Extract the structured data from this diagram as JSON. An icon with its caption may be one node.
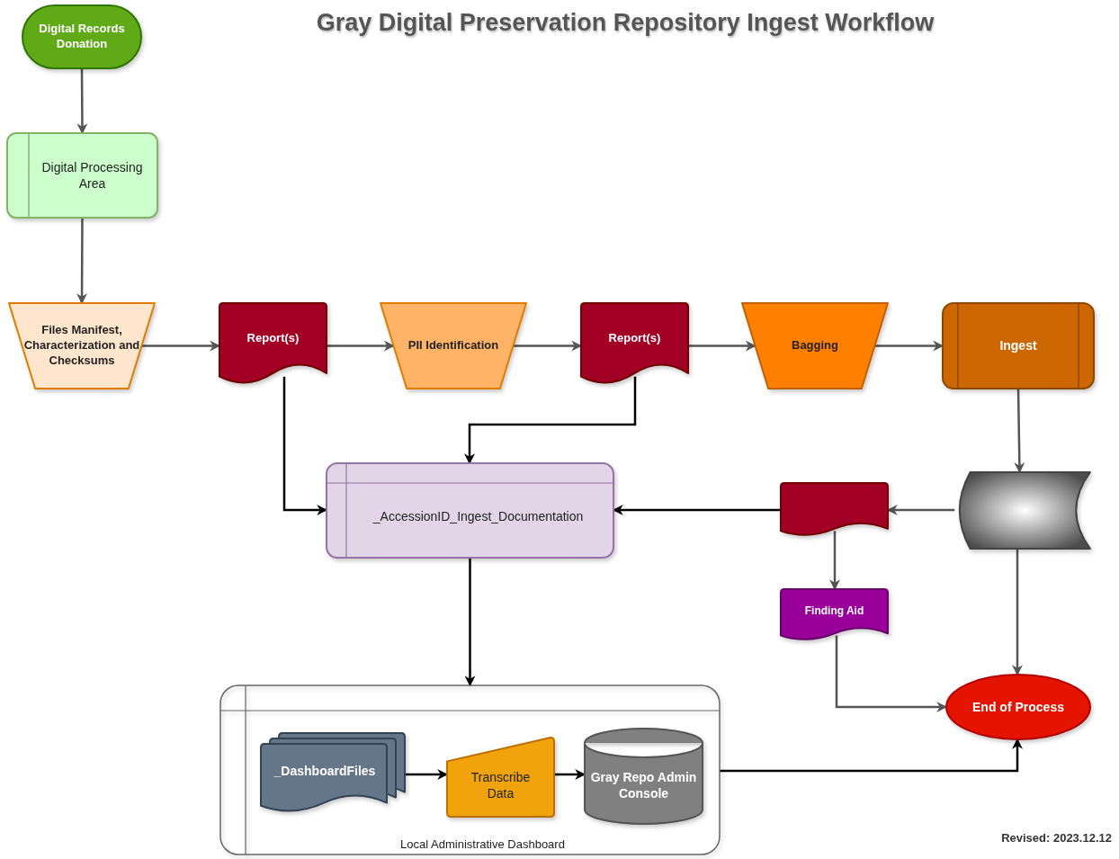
{
  "diagram": {
    "title": "Gray Digital Preservation Repository Ingest Workflow",
    "nodes": [
      {
        "text": [
          "Digital Records Donation"
        ]
      },
      {
        "text": [
          "Digital Processing Area"
        ]
      },
      {
        "text": [
          "Files Manifest, Characterization and Checksums"
        ]
      },
      {
        "text": [
          "Report(s)"
        ]
      },
      {
        "text": [
          "PII Identification"
        ]
      },
      {
        "text": [
          "Report(s)"
        ]
      },
      {
        "text": [
          "Bagging"
        ]
      },
      {
        "text": [
          "Ingest"
        ]
      },
      {
        "text": [],
        "shape": "storage"
      },
      {
        "text": [],
        "shape": "document"
      },
      {
        "text": [
          "_AccessionID_Ingest_Documentation"
        ]
      },
      {
        "text": [
          "Finding Aid"
        ]
      },
      {
        "text": [
          "End of Process"
        ]
      },
      {
        "text": [
          "Local Administrative Dashboard"
        ]
      },
      {
        "text": [
          "_DashboardFiles"
        ],
        "in": 13
      },
      {
        "text": [
          "Transcribe Data"
        ],
        "in": 13
      },
      {
        "text": [
          "Gray Repo Admin Console"
        ],
        "in": 13
      }
    ],
    "edges": [
      {
        "from": 0,
        "to": 1,
        "arrow": "to"
      },
      {
        "from": 1,
        "to": 2,
        "arrow": "to"
      },
      {
        "from": 2,
        "to": 3,
        "arrow": "to"
      },
      {
        "from": 3,
        "to": 4,
        "arrow": "to"
      },
      {
        "from": 4,
        "to": 5,
        "arrow": "to"
      },
      {
        "from": 5,
        "to": 6,
        "arrow": "to"
      },
      {
        "from": 6,
        "to": 7,
        "arrow": "to"
      },
      {
        "from": 7,
        "to": 8,
        "arrow": "to"
      },
      {
        "from": 8,
        "to": 9,
        "arrow": "to"
      },
      {
        "from": 9,
        "to": 10,
        "arrow": "to",
        "color": "#000000"
      },
      {
        "from": 3,
        "to": 10,
        "arrow": "to",
        "color": "#000000"
      },
      {
        "from": 5,
        "to": 10,
        "arrow": "to",
        "color": "#000000"
      },
      {
        "from": 10,
        "to": 13,
        "arrow": "to",
        "color": "#000000"
      },
      {
        "from": 9,
        "to": 11,
        "arrow": "to"
      },
      {
        "from": 11,
        "to": 12,
        "arrow": "to"
      },
      {
        "from": 8,
        "to": 12,
        "arrow": "to"
      },
      {
        "from": 13,
        "to": 12,
        "arrow": "to",
        "color": "#000000"
      },
      {
        "from": 14,
        "to": 15,
        "arrow": "to",
        "color": "#000000"
      },
      {
        "from": 15,
        "to": 16,
        "arrow": "to",
        "color": "#000000"
      }
    ],
    "labels": [
      "Revised: 2023.12.12"
    ]
  }
}
